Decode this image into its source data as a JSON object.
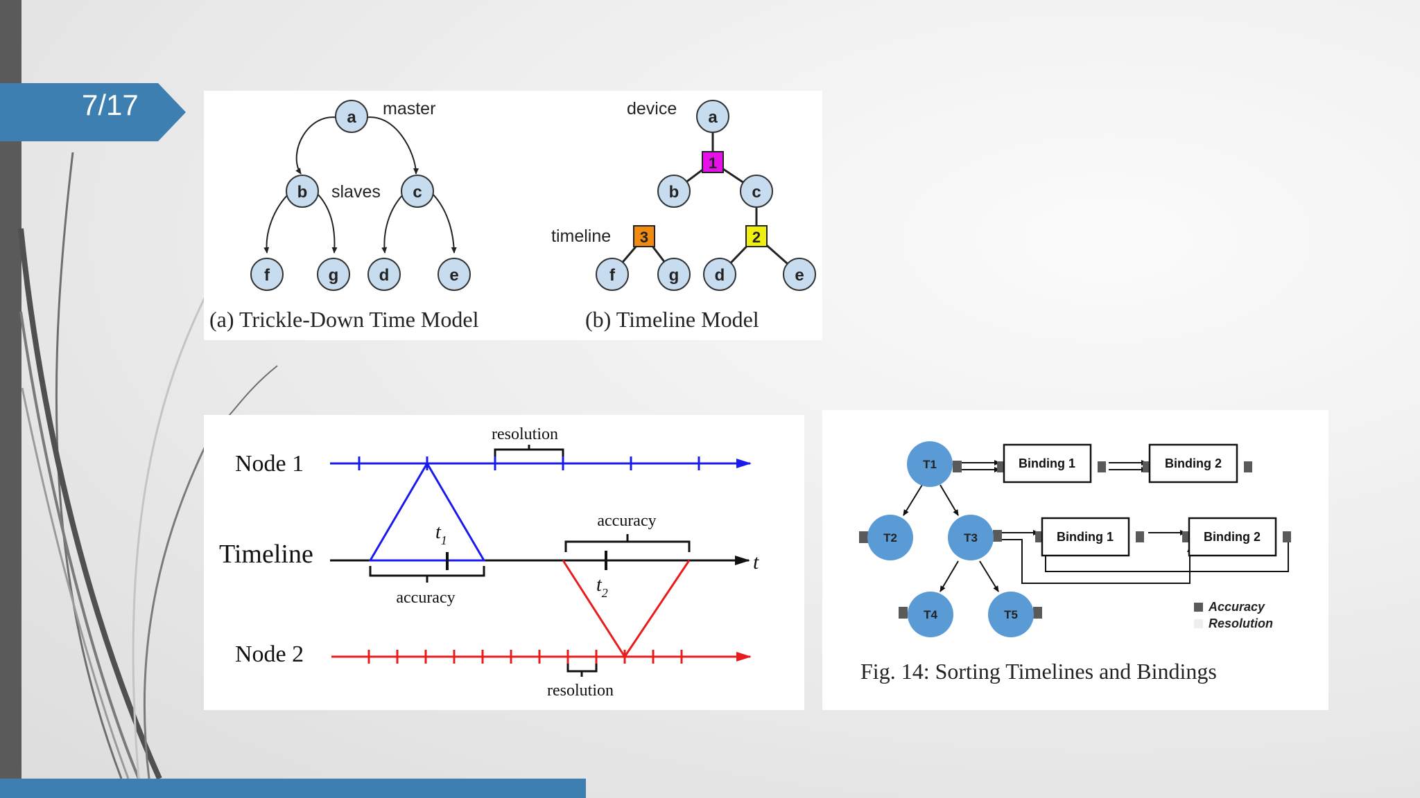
{
  "slide": {
    "number": "7/17"
  },
  "colors": {
    "badge": "#3d7fb0",
    "node_fill": "#c8dcef",
    "node1_line": "#1a1aee",
    "node2_line": "#e81c1c",
    "box1": "#e810e8",
    "box2": "#f0f010",
    "box3": "#f08a10",
    "task_fill": "#5b9bd5"
  },
  "fig_tree": {
    "a": {
      "caption": "(a) Trickle-Down Time Model",
      "master_label": "master",
      "slaves_label": "slaves",
      "nodes": {
        "a": "a",
        "b": "b",
        "c": "c",
        "f": "f",
        "g": "g",
        "d": "d",
        "e": "e"
      }
    },
    "b": {
      "caption": "(b) Timeline Model",
      "device_label": "device",
      "timeline_label": "timeline",
      "nodes": {
        "a": "a",
        "b": "b",
        "c": "c",
        "f": "f",
        "g": "g",
        "d": "d",
        "e": "e"
      },
      "boxes": {
        "one": "1",
        "two": "2",
        "three": "3"
      }
    }
  },
  "fig_sync": {
    "node1_label": "Node 1",
    "timeline_label": "Timeline",
    "node2_label": "Node 2",
    "resolution_top": "resolution",
    "resolution_bottom": "resolution",
    "accuracy_left": "accuracy",
    "accuracy_right": "accuracy",
    "t1_main": "t",
    "t1_sub": "1",
    "t2_main": "t",
    "t2_sub": "2",
    "axis_t": "t"
  },
  "fig_bindings": {
    "caption": "Fig. 14: Sorting Timelines and Bindings",
    "tasks": {
      "t1": "T1",
      "t2": "T2",
      "t3": "T3",
      "t4": "T4",
      "t5": "T5"
    },
    "row1": {
      "binding1": "Binding 1",
      "binding2": "Binding 2"
    },
    "row2": {
      "binding1": "Binding 1",
      "binding2": "Binding 2"
    },
    "legend": {
      "accuracy": "Accuracy",
      "resolution": "Resolution"
    }
  }
}
